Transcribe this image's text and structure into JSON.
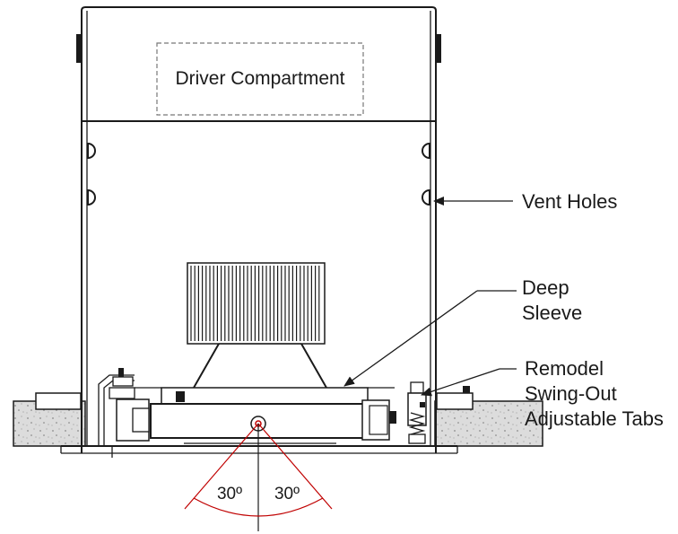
{
  "labels": {
    "driver_compartment": "Driver Compartment",
    "vent_holes": "Vent Holes",
    "deep_sleeve_1": "Deep",
    "deep_sleeve_2": "Sleeve",
    "remodel_1": "Remodel",
    "remodel_2": "Swing-Out",
    "remodel_3": "Adjustable Tabs",
    "angle_left": "30º",
    "angle_right": "30º"
  },
  "colors": {
    "line": "#1a1a1a",
    "angle_marks": "#c00000",
    "ceiling_fill": "#d9d9d9"
  }
}
